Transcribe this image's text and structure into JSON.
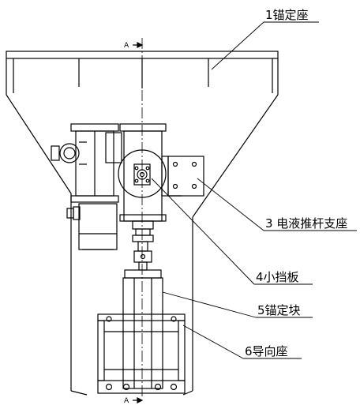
{
  "labels": {
    "anchor_seat": "1锚定座",
    "actuator_bracket": "3 电液推杆支座",
    "baffle": "4小挡板",
    "anchor_block": "5锚定块",
    "guide_seat": "6导向座"
  },
  "section_marks": {
    "top": "A",
    "bottom": "A"
  }
}
